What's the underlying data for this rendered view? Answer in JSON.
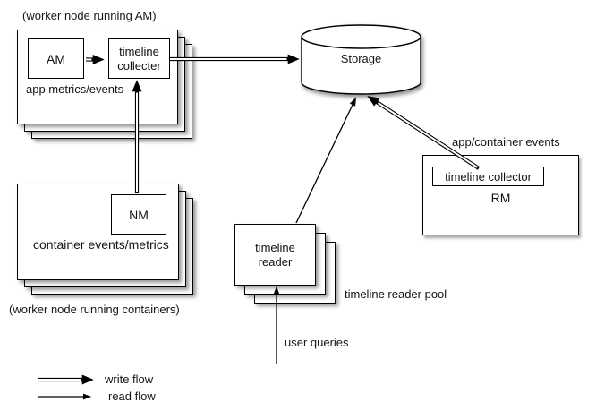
{
  "nodes": {
    "worker_am": {
      "caption": "(worker node running AM)",
      "am_label": "AM",
      "collector_label": "timeline\ncollecter",
      "note": "app metrics/events"
    },
    "worker_containers": {
      "caption": "(worker node running containers)",
      "nm_label": "NM",
      "note": "container events/metrics"
    },
    "storage": {
      "label": "Storage"
    },
    "rm": {
      "label": "RM",
      "collector_label": "timeline collector",
      "note": "app/container events"
    },
    "reader": {
      "label": "timeline\nreader",
      "pool_note": "timeline reader pool",
      "query_note": "user queries"
    },
    "legend": {
      "write_label": "write flow",
      "read_label": "read flow"
    }
  },
  "colors": {
    "line": "#000000",
    "text": "#151515",
    "box_fill": "#ffffff",
    "background": "#ffffff"
  }
}
